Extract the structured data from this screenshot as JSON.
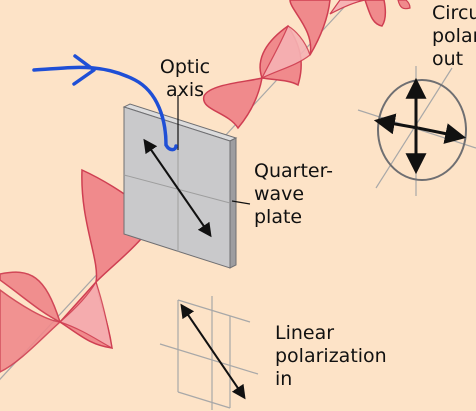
{
  "labels": {
    "optic_axis": [
      "Optic",
      "axis"
    ],
    "plate": [
      "Quarter-",
      "wave",
      "plate"
    ],
    "linear": [
      "Linear",
      "polarization",
      "in"
    ],
    "circular": [
      "Circu",
      "polar",
      "out"
    ]
  },
  "colors": {
    "background": "#fde3c7",
    "wave_fill": "#f08a8c",
    "wave_fill_light": "#f6b3b4",
    "wave_stroke": "#cf3f52",
    "plate_face": "#c9c9cb",
    "plate_edge": "#8e8e90",
    "axis_line": "#9e9e9e",
    "arrow": "#111111",
    "optic_arrow": "#1f4fd6"
  }
}
